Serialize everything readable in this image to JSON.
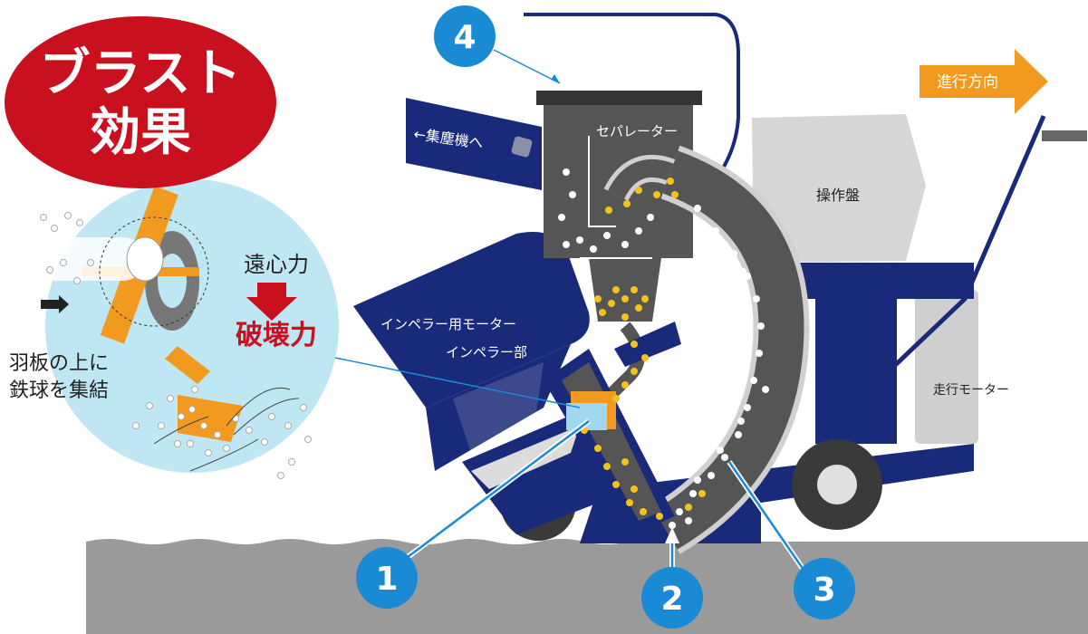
{
  "title": {
    "line1": "ブラスト",
    "line2": "効果"
  },
  "inset": {
    "centrifugal": "遠心力",
    "destructive": "破壊力",
    "note_line1": "羽板の上に",
    "note_line2": "鉄球を集結"
  },
  "labels": {
    "dust_collector": "←集塵機へ",
    "separator": "セパレーター",
    "control_panel": "操作盤",
    "direction": "進行方向",
    "impeller_motor": "インペラー用モーター",
    "impeller_unit": "インペラー部",
    "travel_motor": "走行モーター"
  },
  "markers": [
    "1",
    "2",
    "3",
    "4"
  ],
  "colors": {
    "navy": "#1a2a7a",
    "blue_marker": "#1a8ad4",
    "red": "#c8101e",
    "orange": "#f29a1f",
    "shot_yellow": "#f5c21b",
    "dark_gray": "#555555",
    "light_gray": "#d9d9d9",
    "inset_blue": "#bfe6f3",
    "ground": "#9a9a9a"
  }
}
